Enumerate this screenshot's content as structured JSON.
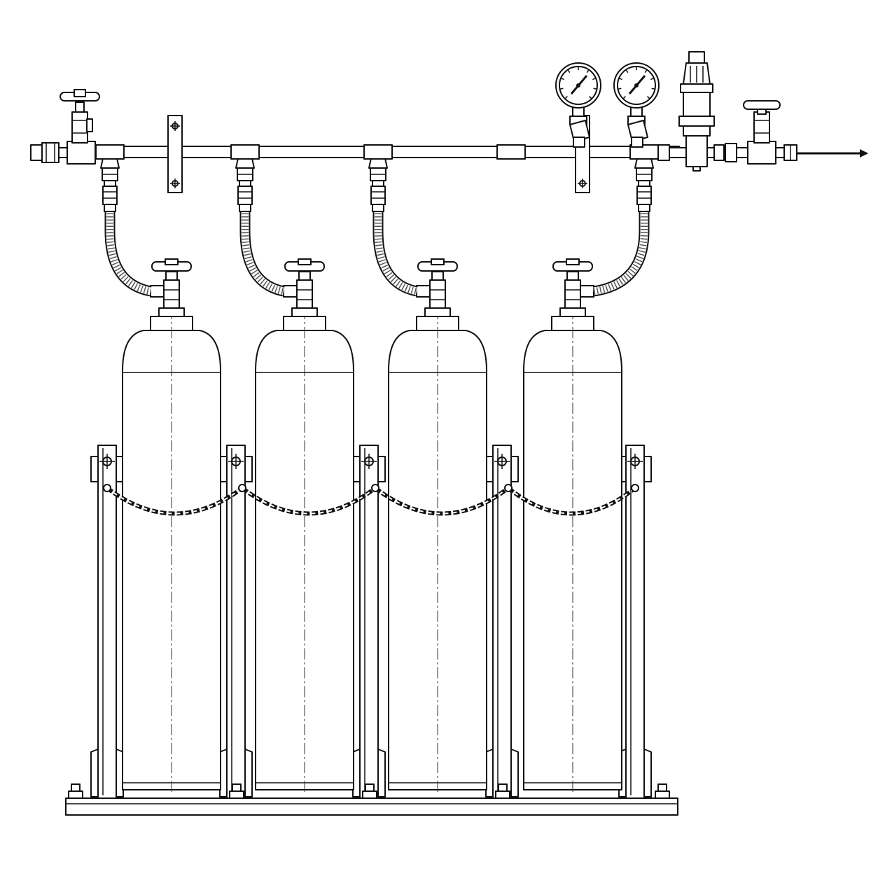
{
  "diagram": {
    "kind": "gas cylinder manifold bank",
    "cylinder_count": 4,
    "gauge_count": 2,
    "line_color": "#111111",
    "background": "#ffffff",
    "outlet_arrow": "arrow-right-icon"
  }
}
